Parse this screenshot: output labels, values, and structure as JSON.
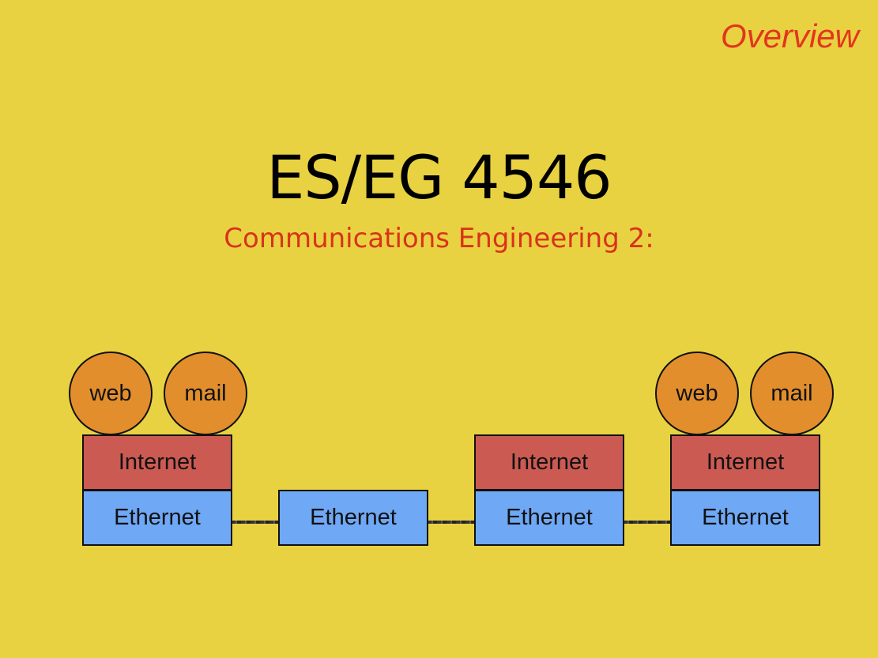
{
  "slide": {
    "section_label": "Overview",
    "title": "ES/EG 4546",
    "subtitle": "Communications Engineering 2:"
  },
  "diagram": {
    "hosts": [
      {
        "apps": [
          "web",
          "mail"
        ],
        "layers": [
          "Internet",
          "Ethernet"
        ]
      },
      {
        "apps": [],
        "layers": [
          "Ethernet"
        ]
      },
      {
        "apps": [],
        "layers": [
          "Internet",
          "Ethernet"
        ]
      },
      {
        "apps": [
          "web",
          "mail"
        ],
        "layers": [
          "Internet",
          "Ethernet"
        ]
      }
    ]
  },
  "colors": {
    "background": "#e9d241",
    "app": "#e28e2c",
    "internet": "#cb5a52",
    "ethernet": "#6fa8f5",
    "accent_text": "#d8331a"
  }
}
